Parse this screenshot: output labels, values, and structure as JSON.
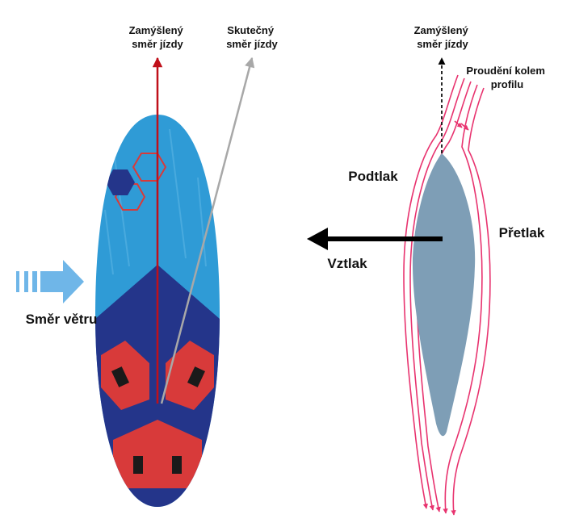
{
  "labels": {
    "intended_heading_left": [
      "Zamýšlený",
      "směr jízdy"
    ],
    "actual_heading": [
      "Skutečný",
      "směr jízdy"
    ],
    "intended_heading_right": [
      "Zamýšlený",
      "směr jízdy"
    ],
    "flow_around_profile": [
      "Proudění kolem",
      "profilu"
    ],
    "suction_side": "Podtlak",
    "pressure_side": "Přetlak",
    "lift": "Vztlak",
    "wind_direction": "Směr větru"
  },
  "colors": {
    "board_blue": "#2f9bd6",
    "board_deck": "#24358a",
    "pads_red": "#d83a3a",
    "intended_arrow": "#c0101a",
    "actual_arrow": "#a8a8a8",
    "wind_arrow": "#6fb6e8",
    "fin_profile": "#7e9eb6",
    "streamlines": "#e8336f"
  }
}
